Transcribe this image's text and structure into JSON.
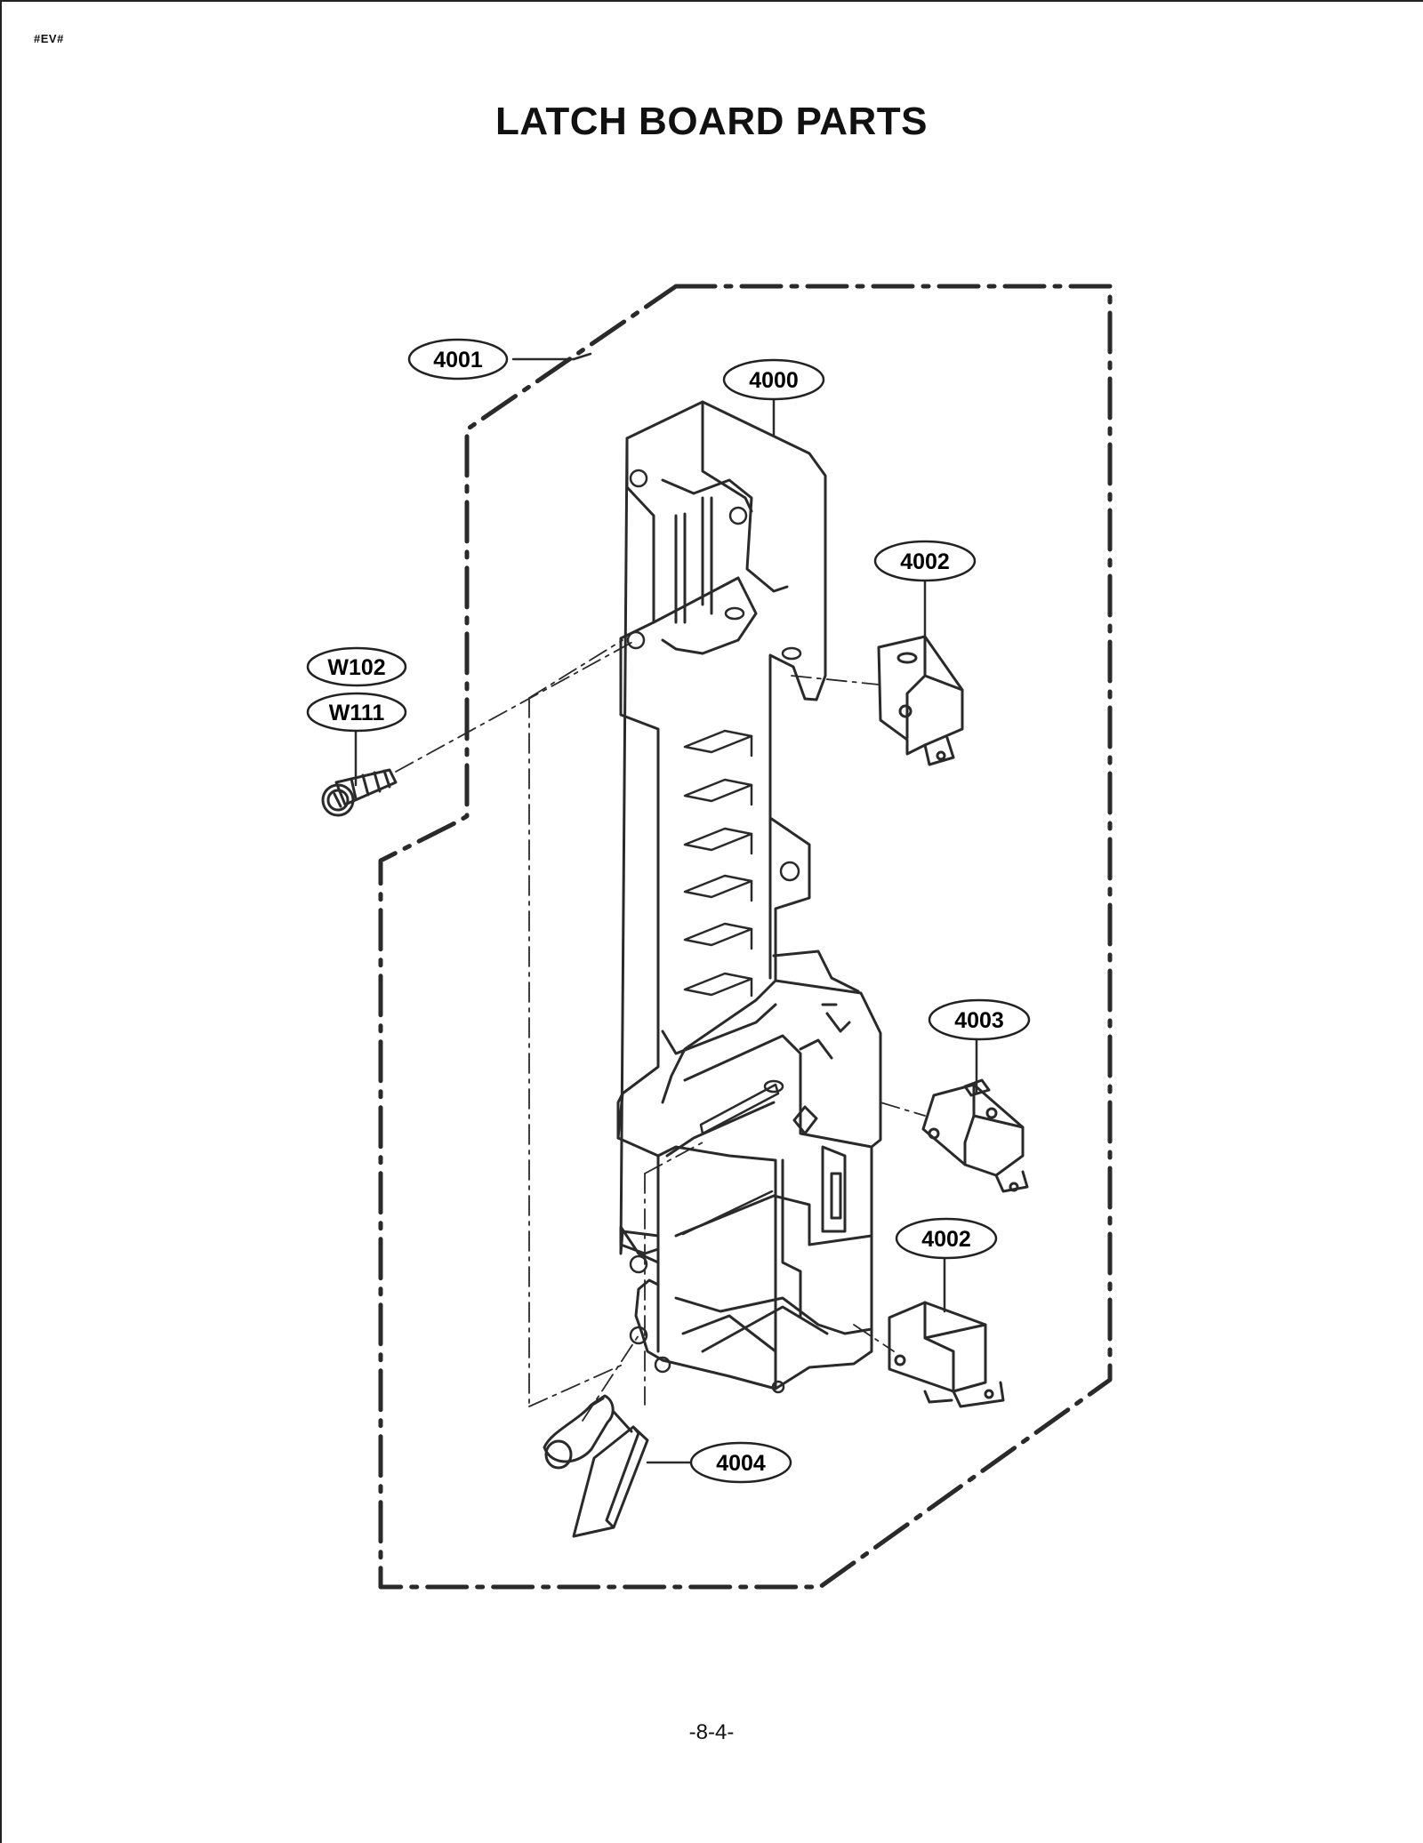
{
  "header": {
    "tag": "#EV#",
    "title": "LATCH BOARD PARTS"
  },
  "callouts": [
    {
      "id": "c-4001",
      "label": "4001"
    },
    {
      "id": "c-4000",
      "label": "4000"
    },
    {
      "id": "c-4002a",
      "label": "4002"
    },
    {
      "id": "c-W102",
      "label": "W102"
    },
    {
      "id": "c-W111",
      "label": "W111"
    },
    {
      "id": "c-4003",
      "label": "4003"
    },
    {
      "id": "c-4002b",
      "label": "4002"
    },
    {
      "id": "c-4004",
      "label": "4004"
    }
  ],
  "footer": {
    "page_number": "-8-4-"
  }
}
